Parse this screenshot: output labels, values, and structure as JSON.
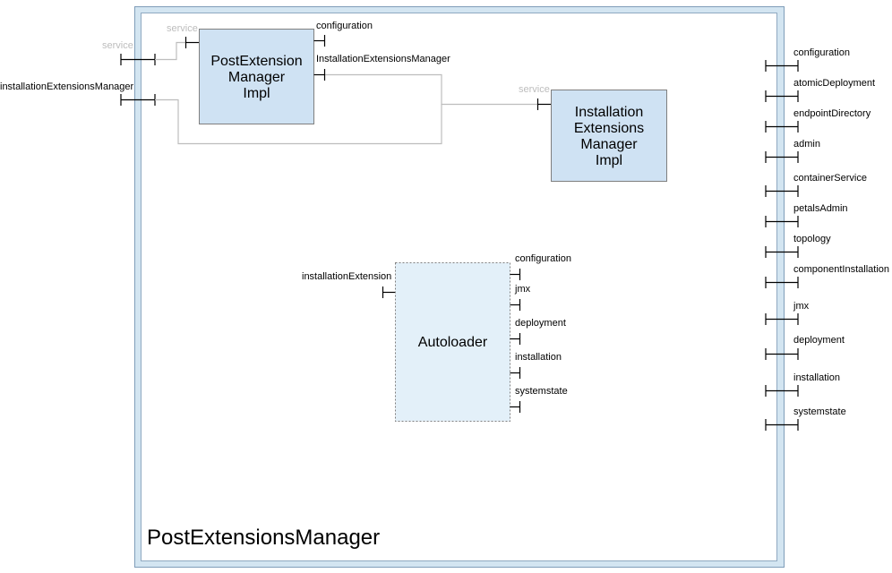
{
  "composite": {
    "title": "PostExtensionsManager",
    "outer_fill": "#d3e5f1",
    "outer_stroke": "#7f9db9"
  },
  "left_services": [
    {
      "label": "service",
      "style": "grey"
    },
    {
      "label": "installationExtensionsManager",
      "style": "dark"
    }
  ],
  "components": {
    "post_ext": {
      "title_lines": [
        "PostExtension",
        "Manager",
        "Impl"
      ],
      "service_label": "service",
      "references": [
        "configuration",
        "InstallationExtensionsManager"
      ],
      "fill": "#cfe2f3"
    },
    "install_ext": {
      "title_lines": [
        "Installation",
        "Extensions",
        "Manager",
        "Impl"
      ],
      "service_label": "service",
      "fill": "#cfe2f3"
    },
    "autoloader": {
      "title": "Autoloader",
      "service_label": "installationExtension",
      "references": [
        "configuration",
        "jmx",
        "deployment",
        "installation",
        "systemstate"
      ],
      "fill": "#e3f0f9"
    }
  },
  "right_references": [
    "configuration",
    "atomicDeployment",
    "endpointDirectory",
    "admin",
    "containerService",
    "petalsAdmin",
    "topology",
    "componentInstallation",
    "jmx",
    "deployment",
    "installation",
    "systemstate"
  ]
}
